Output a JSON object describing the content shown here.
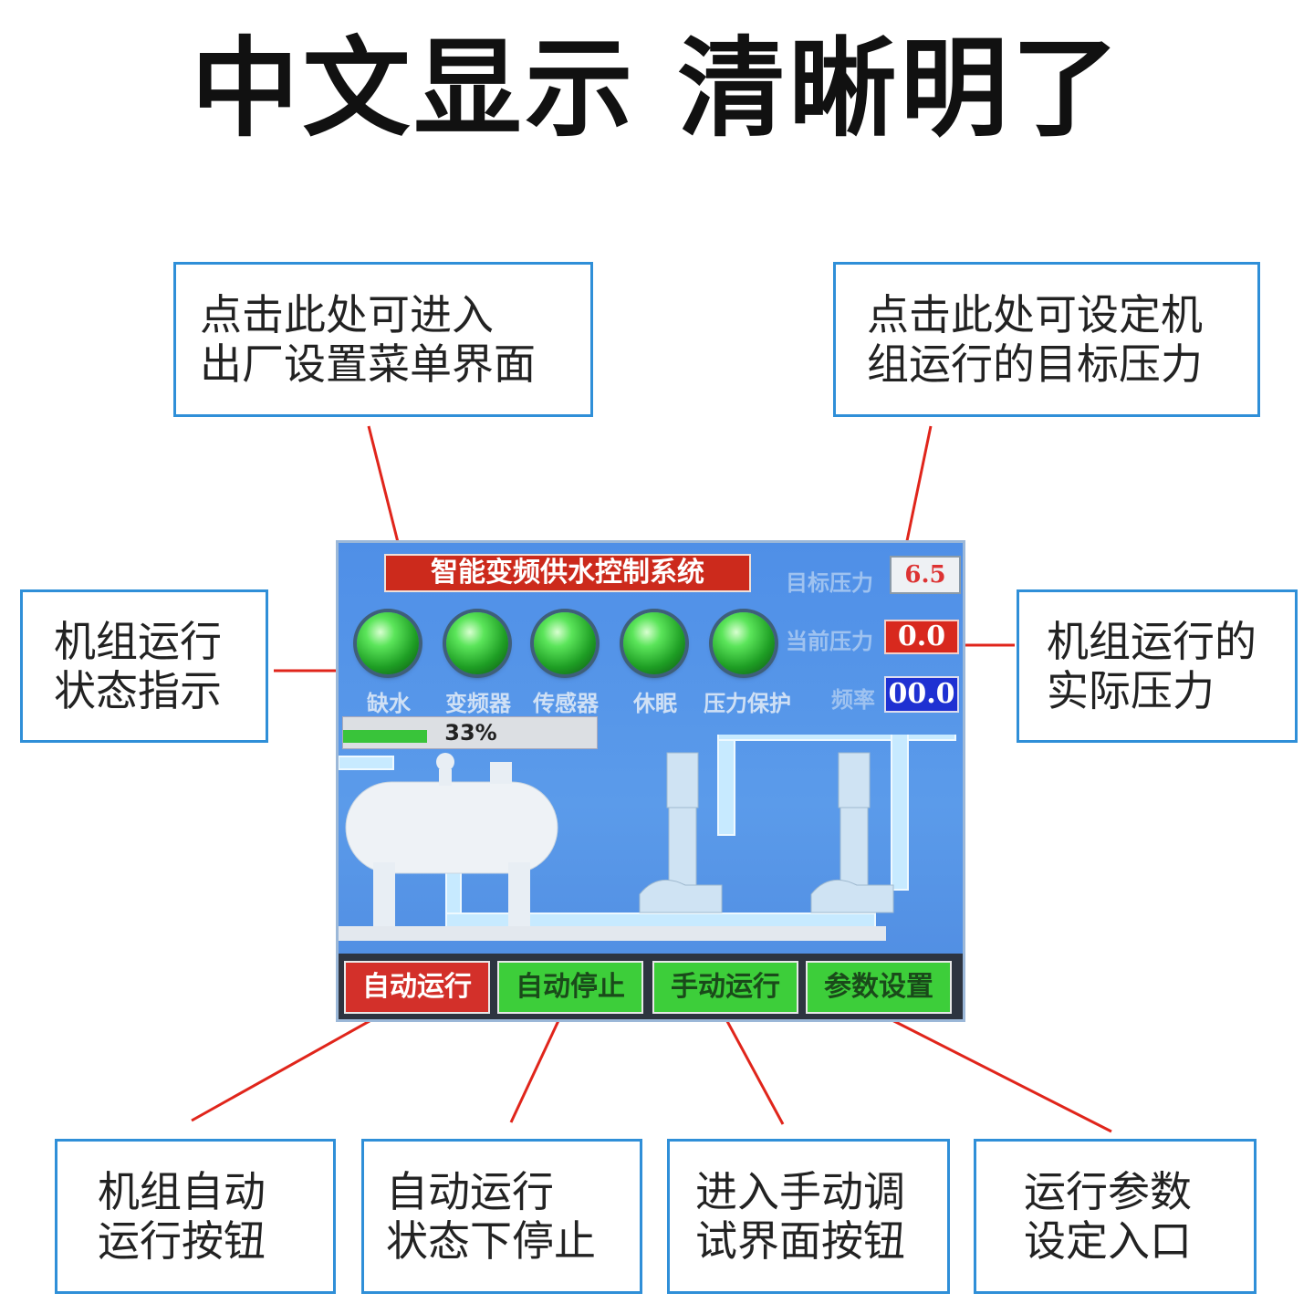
{
  "headline": "中文显示 清晰明了",
  "callouts": {
    "factory_menu": "点击此处可进入\n出厂设置菜单界面",
    "target_pressure": "点击此处可设定机\n组运行的目标压力",
    "status_indicator": "机组运行\n状态指示",
    "actual_pressure": "机组运行的\n实际压力",
    "auto_run_btn": "机组自动\n运行按钮",
    "auto_stop_btn": "自动运行\n状态下停止",
    "manual_btn": "进入手动调\n试界面按钮",
    "params_btn": "运行参数\n设定入口"
  },
  "screen": {
    "title": "智能变频供水控制系统",
    "target_pressure_label": "目标压力",
    "target_pressure_value": "6.5",
    "current_pressure_label": "当前压力",
    "current_pressure_value": "0.0",
    "frequency_label": "频率",
    "frequency_value": "00.0",
    "indicators": [
      "缺水",
      "变频器",
      "传感器",
      "休眠",
      "压力保护"
    ],
    "progress_text": "33%",
    "progress_value": 0.33,
    "buttons": {
      "auto_run": "自动运行",
      "auto_stop": "自动停止",
      "manual_run": "手动运行",
      "param_set": "参数设置"
    }
  },
  "colors": {
    "callout_border": "#2f8fd8",
    "leader_line": "#e0251b",
    "screen_bg": "#4d8ee6",
    "title_bar": "#cc2a1c",
    "led_on": "#2fc336",
    "button_active": "#d3302a",
    "button_idle": "#3dce3a"
  }
}
